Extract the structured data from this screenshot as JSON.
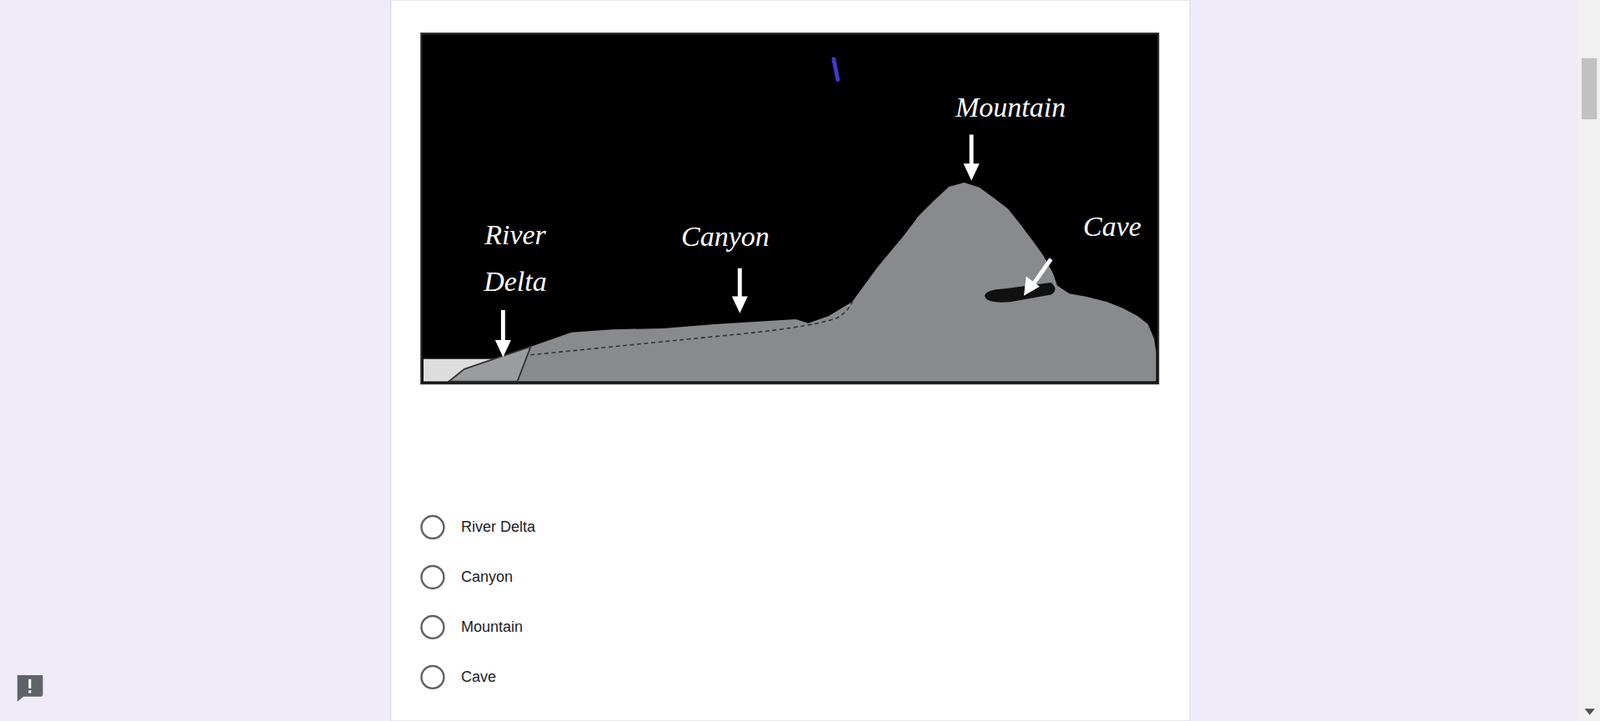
{
  "diagram": {
    "labels": [
      "River Delta",
      "Canyon",
      "Mountain",
      "Cave",
      "River Delta",
      "Canyon",
      "Mountain",
      "Cave"
    ]
  }
}
